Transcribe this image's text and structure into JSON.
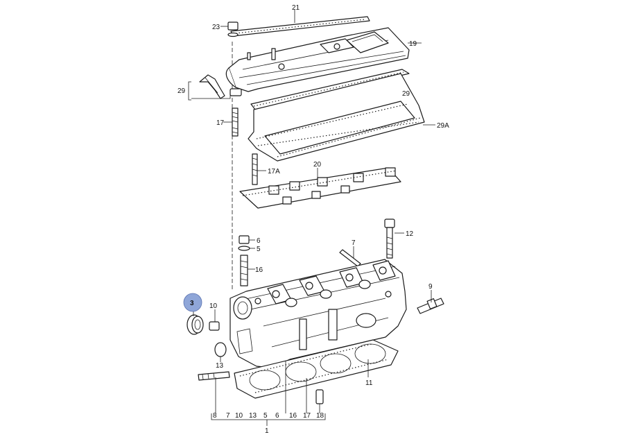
{
  "diagram": {
    "highlight_color": "#8fa6d8",
    "highlighted_part": "3",
    "labels": {
      "p1": "1",
      "p3": "3",
      "p5": "5",
      "p6": "6",
      "p7": "7",
      "p8": "8",
      "p9": "9",
      "p10": "10",
      "p11": "11",
      "p12": "12",
      "p13": "13",
      "p16": "16",
      "p17": "17",
      "p17a": "17A",
      "p18": "18",
      "p19": "19",
      "p20": "20",
      "p21": "21",
      "p23": "23",
      "p29": "29",
      "p29a": "29A"
    },
    "bottom_bracket_labels": [
      "8",
      "7",
      "10",
      "13",
      "5",
      "6",
      "16",
      "17",
      "18"
    ]
  }
}
